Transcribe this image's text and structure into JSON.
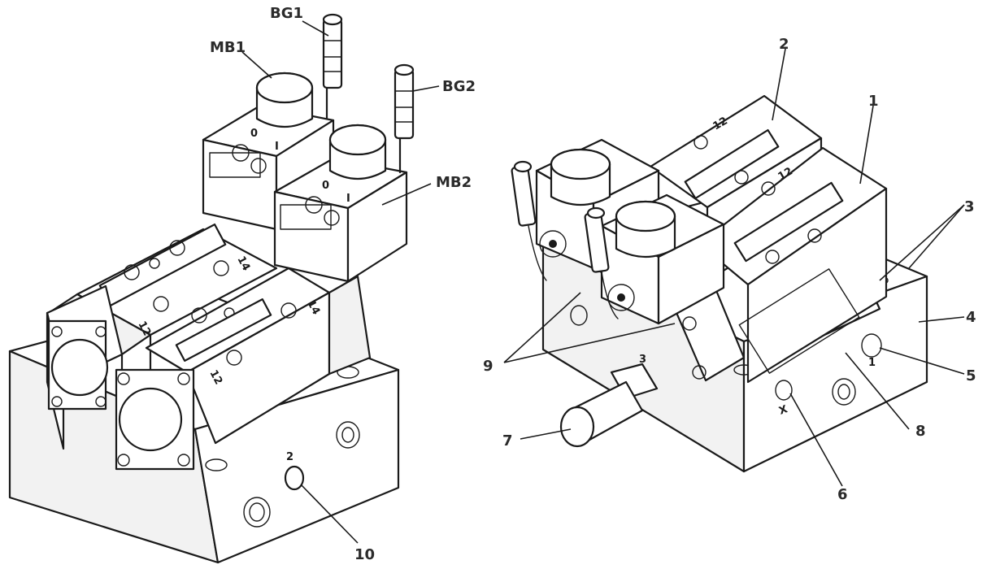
{
  "labels": {
    "bg1": "BG1",
    "mb1": "MB1",
    "bg2": "BG2",
    "mb2": "MB2",
    "l10": "10",
    "l2": "2",
    "l1": "1",
    "l3": "3",
    "l4": "4",
    "l5": "5",
    "l6": "6",
    "l7": "7",
    "l8": "8",
    "l9": "9"
  },
  "port_marks": {
    "port_2": "2",
    "port_1": "1",
    "port_3": "3",
    "port_x": "X",
    "valve_12_a": "12",
    "valve_12_b": "12",
    "valve_14_a": "14",
    "valve_14_b": "14",
    "valve_12_c": "12",
    "valve_12_d": "12",
    "pos_0_a": "0",
    "pos_i_a": "I",
    "pos_0_b": "0",
    "pos_i_b": "I"
  }
}
